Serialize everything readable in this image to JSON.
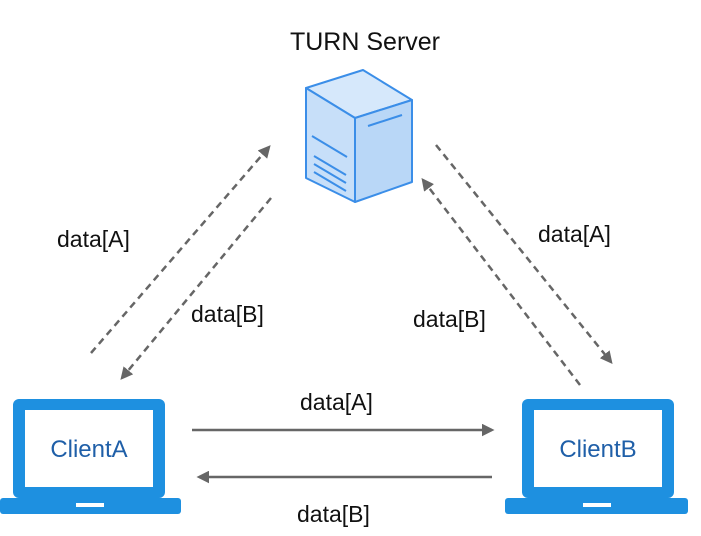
{
  "server": {
    "title": "TURN Server",
    "icon": "server-icon"
  },
  "clients": {
    "a": {
      "label": "ClientA",
      "icon": "laptop-icon"
    },
    "b": {
      "label": "ClientB",
      "icon": "laptop-icon"
    }
  },
  "edges": {
    "a_to_server": "data[A]",
    "server_to_a": "data[B]",
    "server_to_b": "data[A]",
    "b_to_server": "data[B]",
    "a_to_b": "data[A]",
    "b_to_a": "data[B]"
  },
  "colors": {
    "laptop": "#1e90e0",
    "laptop_screen": "#ffffff",
    "server_body": "#b9d7f7",
    "server_stroke": "#3b8ee8",
    "arrow": "#666666",
    "client_text": "#1f5fa8"
  }
}
